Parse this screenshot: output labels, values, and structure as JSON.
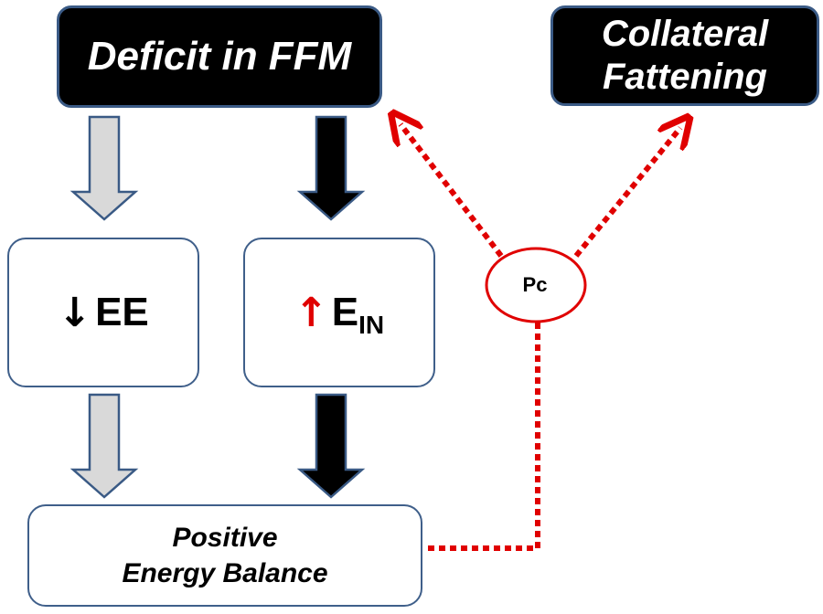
{
  "nodes": {
    "ffm": "Deficit in FFM",
    "collateral_line1": "Collateral",
    "collateral_line2": "Fattening",
    "ee_arrow": "↓",
    "ee_label": "EE",
    "ein_arrow": "↑",
    "ein_label": "E",
    "ein_sub": "IN",
    "peb_line1": "Positive",
    "peb_line2": "Energy Balance",
    "pc": "Pc"
  },
  "colors": {
    "gray_arrow": "#d9d9d9",
    "black_arrow": "#000000",
    "red_dotted": "#e00000",
    "box_border": "#3f5f8a"
  }
}
